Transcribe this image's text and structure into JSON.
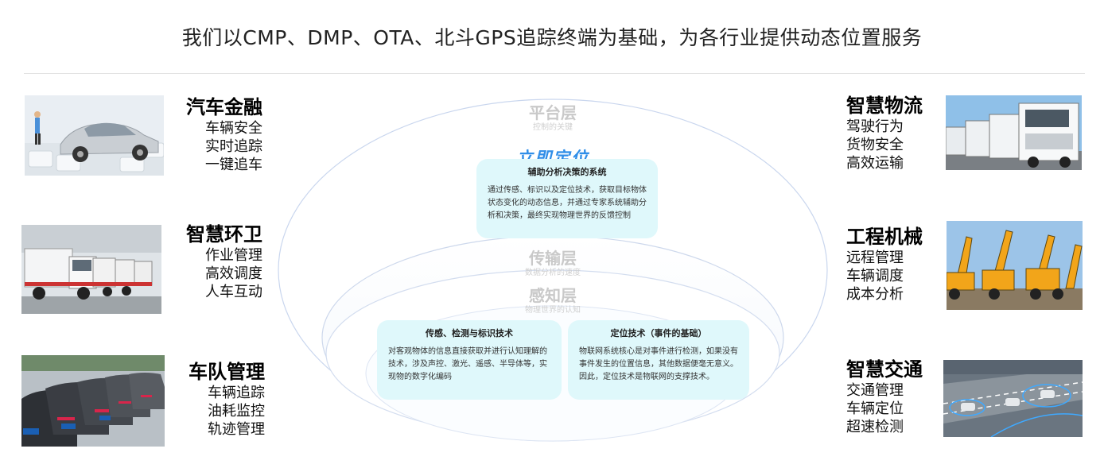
{
  "headline": "我们以CMP、DMP、OTA、北斗GPS追踪终端为基础，为各行业提供动态位置服务",
  "left_industries": [
    {
      "title": "汽车金融",
      "features": [
        "车辆安全",
        "实时追踪",
        "一键追车"
      ]
    },
    {
      "title": "智慧环卫",
      "features": [
        "作业管理",
        "高效调度",
        "人车互动"
      ]
    },
    {
      "title": "车队管理",
      "features": [
        "车辆追踪",
        "油耗监控",
        "轨迹管理"
      ]
    }
  ],
  "right_industries": [
    {
      "title": "智慧物流",
      "features": [
        "驾驶行为",
        "货物安全",
        "高效运输"
      ]
    },
    {
      "title": "工程机械",
      "features": [
        "远程管理",
        "车辆调度",
        "成本分析"
      ]
    },
    {
      "title": "智慧交通",
      "features": [
        "交通管理",
        "车辆定位",
        "超速检测"
      ]
    }
  ],
  "layers": {
    "platform": {
      "name": "平台层",
      "sub": "控制的关键"
    },
    "transport": {
      "name": "传输层",
      "sub": "数据分析的速度"
    },
    "perception": {
      "name": "感知层",
      "sub": "物理世界的认知"
    }
  },
  "immediate_label": "立即定位",
  "cards": {
    "decision": {
      "title": "辅助分析决策的系统",
      "body": "通过传感、标识以及定位技术，获取目标物体状态变化的动态信息，并通过专家系统辅助分析和决策，最终实现物理世界的反馈控制"
    },
    "sensing": {
      "title": "传感、检测与标识技术",
      "body": "对客观物体的信息直接获取并进行认知理解的技术，涉及声控、激光、遥感、半导体等，实现物的数字化编码"
    },
    "positioning": {
      "title": "定位技术（事件的基础）",
      "body": "物联网系统核心是对事件进行检测，如果没有事件发生的位置信息，其他数据便毫无意义。因此，定位技术是物联网的支撑技术。"
    }
  },
  "colors": {
    "accent": "#2f8ee8",
    "card_bg": "#dff8fb",
    "ring": "#c9d6ee"
  },
  "photo_subjects": [
    "car-finance-photo",
    "sanitation-trucks-photo",
    "fleet-cars-photo",
    "logistics-trucks-photo",
    "excavators-photo",
    "smart-traffic-photo"
  ]
}
